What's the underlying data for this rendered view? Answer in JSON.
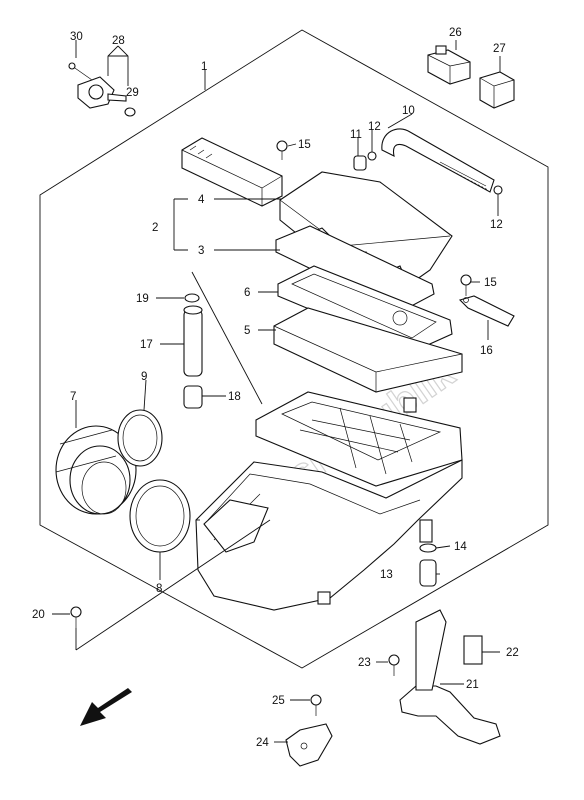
{
  "watermark": "PartsRepublik",
  "callouts": [
    {
      "id": "c1",
      "text": "1"
    },
    {
      "id": "c2",
      "text": "2"
    },
    {
      "id": "c3",
      "text": "3"
    },
    {
      "id": "c4",
      "text": "4"
    },
    {
      "id": "c5",
      "text": "5"
    },
    {
      "id": "c6",
      "text": "6"
    },
    {
      "id": "c7",
      "text": "7"
    },
    {
      "id": "c8",
      "text": "8"
    },
    {
      "id": "c9",
      "text": "9"
    },
    {
      "id": "c10",
      "text": "10"
    },
    {
      "id": "c11",
      "text": "11"
    },
    {
      "id": "c12a",
      "text": "12"
    },
    {
      "id": "c12b",
      "text": "12"
    },
    {
      "id": "c13",
      "text": "13"
    },
    {
      "id": "c14",
      "text": "14"
    },
    {
      "id": "c15a",
      "text": "15"
    },
    {
      "id": "c15b",
      "text": "15"
    },
    {
      "id": "c16",
      "text": "16"
    },
    {
      "id": "c17",
      "text": "17"
    },
    {
      "id": "c18",
      "text": "18"
    },
    {
      "id": "c19",
      "text": "19"
    },
    {
      "id": "c20",
      "text": "20"
    },
    {
      "id": "c21",
      "text": "21"
    },
    {
      "id": "c22",
      "text": "22"
    },
    {
      "id": "c23",
      "text": "23"
    },
    {
      "id": "c24",
      "text": "24"
    },
    {
      "id": "c25",
      "text": "25"
    },
    {
      "id": "c26",
      "text": "26"
    },
    {
      "id": "c27",
      "text": "27"
    },
    {
      "id": "c28",
      "text": "28"
    },
    {
      "id": "c29",
      "text": "29"
    },
    {
      "id": "c30",
      "text": "30"
    }
  ]
}
